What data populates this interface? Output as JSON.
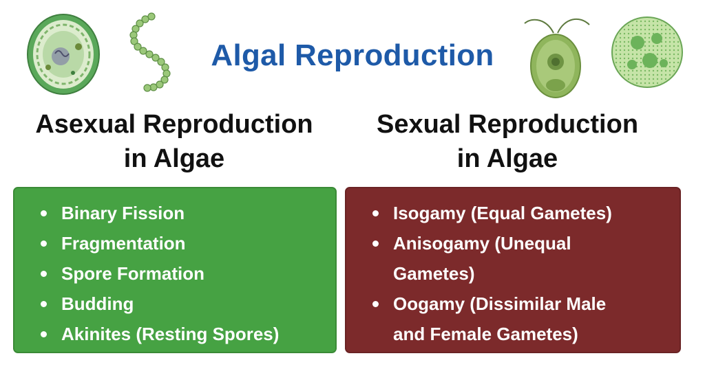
{
  "title": "Algal Reproduction",
  "asexual": {
    "heading_line1": "Asexual Reproduction",
    "heading_line2": "in Algae",
    "items": [
      "Binary Fission",
      "Fragmentation",
      "Spore Formation",
      "Budding",
      "Akinites (Resting Spores)"
    ]
  },
  "sexual": {
    "heading_line1": "Sexual Reproduction",
    "heading_line2": "in Algae",
    "items": [
      "Isogamy (Equal Gametes)",
      "Anisogamy (Unequal",
      "Gametes)",
      "Oogamy (Dissimilar Male",
      "and Female Gametes)"
    ]
  },
  "colors": {
    "title": "#1e5aa8",
    "asexual_panel": "#46a243",
    "sexual_panel": "#7c2a2b"
  },
  "icons": [
    "algal-cell-icon",
    "filament-chain-icon",
    "flagellate-cell-icon",
    "colony-sphere-icon"
  ]
}
